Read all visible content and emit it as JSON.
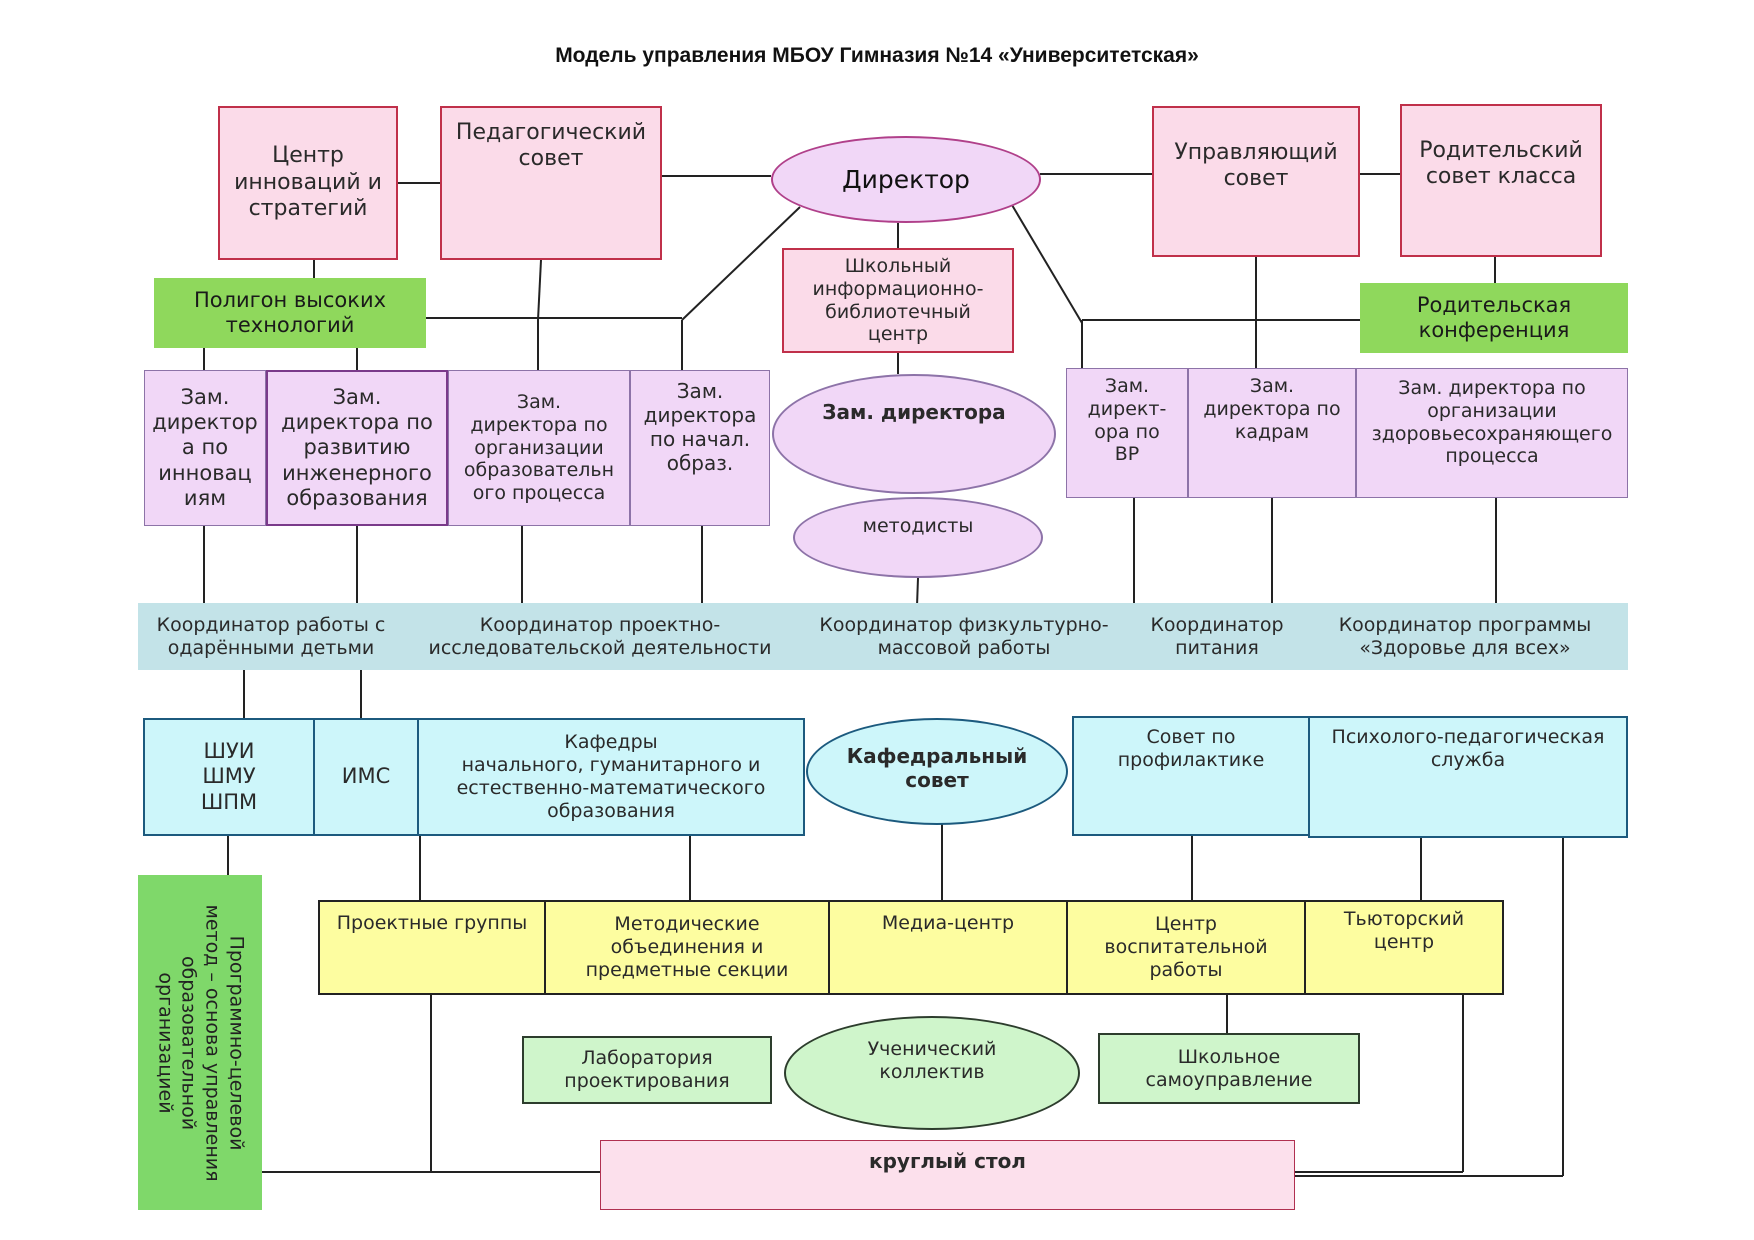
{
  "title": "Модель управления МБОУ Гимназия №14 «Университетская»",
  "top": {
    "center_innovations": "Центр\nинноваций и\nстратегий",
    "ped_council": "Педагогический\nсовет",
    "director": "Директор",
    "gov_council": "Управляющий\nсовет",
    "parent_council": "Родительский\nсовет класса"
  },
  "polygon": "Полигон высоких\nтехнологий",
  "library": "Школьный\nинформационно-\nбиблиотечный\nцентр",
  "parent_conference": "Родительская\nконференция",
  "deputies": {
    "innov": "Зам.\nдиректор\nа по\nинновац\nиям",
    "engineering": "Зам.\nдиректора по\nразвитию\nинженерного\nобразования",
    "process": "Зам.\nдиректора по\nорганизации\nобразовательн\nого процесса",
    "primary": "Зам.\nдиректора\nпо начал.\nобраз.",
    "deputy_center": "Зам. директора",
    "vr": "Зам.\nдирект-\nора по\nВР",
    "hr": "Зам.\nдиректора по\nкадрам",
    "health": "Зам. директора по\nорганизации\nздоровьесохраняющего\nпроцесса"
  },
  "methodists": "методисты",
  "coordinators": {
    "gifted": "Координатор работы с\nодарёнными детьми",
    "project": "Координатор проектно-\nисследовательской деятельности",
    "sport": "Координатор физкультурно-\nмассовой работы",
    "food": "Координатор\nпитания",
    "health_program": "Координатор программы\n«Здоровье для всех»"
  },
  "units": {
    "schools": "ШУИ\nШМУ\nШПМ",
    "ims": "ИМС",
    "departments": "Кафедры\nначального, гуманитарного и\nестественно-математического\nобразования",
    "dept_council": "Кафедральный\nсовет",
    "prevention": "Совет по\nпрофилактике",
    "psych": "Психолого-педагогическая\nслужба"
  },
  "groups": {
    "project_groups": "Проектные группы",
    "method_assoc": "Методические\nобъединения и\nпредметные секции",
    "media": "Медиа-центр",
    "education_center": "Центр\nвоспитательной\nработы",
    "tutor": "Тьюторский\nцентр"
  },
  "bottom": {
    "lab": "Лаборатория\nпроектирования",
    "students": "Ученический\nколлектив",
    "self_gov": "Школьное\nсамоуправление",
    "round_table": "круглый стол"
  },
  "vertical_label": "Программно-целевой\nметод – основа управления\nобразовательной\nорганизацией"
}
